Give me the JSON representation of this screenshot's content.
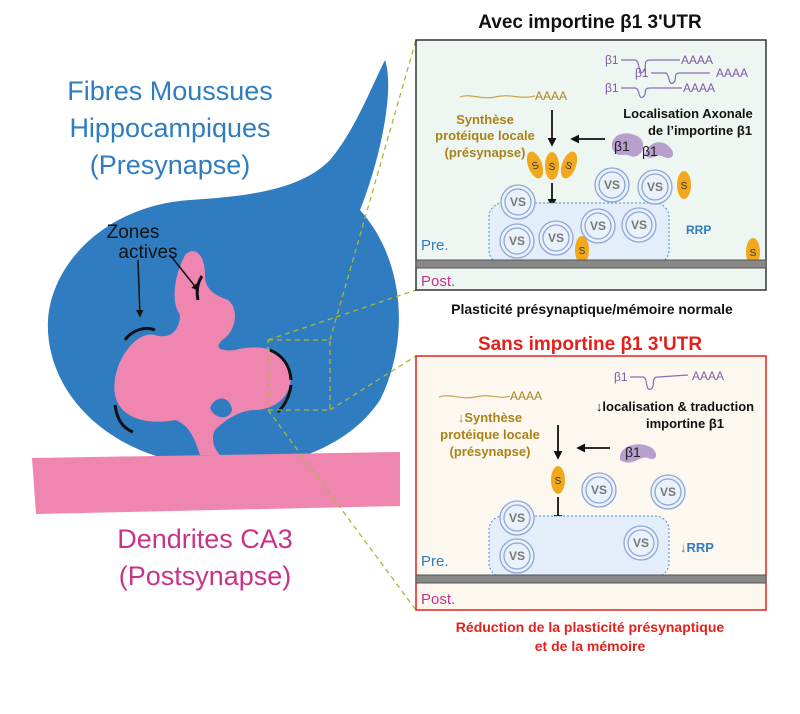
{
  "left": {
    "presynapse_label": [
      "Fibres Moussues",
      "Hippocampiques",
      "(Presynapse)"
    ],
    "active_zones_label": [
      "Zones",
      "actives"
    ],
    "postsynapse_label": [
      "Dendrites CA3",
      "(Postsynapse)"
    ]
  },
  "top_panel": {
    "title": "Avec importine β1 3'UTR",
    "mrna_tail": "AAAA",
    "beta1": "β1",
    "synthesis_label": [
      "Synthèse",
      "protéique locale",
      "(présynapse)"
    ],
    "localisation_label": [
      "Localisation Axonale",
      "de l’importine β1"
    ],
    "vesicle": "VS",
    "synapsin": "S",
    "rrp": "RRP",
    "pre": "Pre.",
    "post": "Post.",
    "caption": "Plasticité présynaptique/mémoire normale"
  },
  "bottom_panel": {
    "title": "Sans importine β1 3'UTR",
    "mrna_tail": "AAAA",
    "beta1": "β1",
    "synthesis_label": [
      "↓Synthèse",
      "protéique locale",
      "(présynapse)"
    ],
    "localisation_label": [
      "↓localisation & traduction",
      "importine β1"
    ],
    "vesicle": "VS",
    "synapsin": "S",
    "rrp": "↓RRP",
    "pre": "Pre.",
    "post": "Post.",
    "caption": [
      "Réduction de la plasticité présynaptique",
      "et de la mémoire"
    ]
  },
  "colors": {
    "neuron": "#2f7cc1",
    "dendrite": "#ef86b0",
    "red": "#e3201b",
    "gold": "#a9821b",
    "purple": "#7d5aa6"
  }
}
